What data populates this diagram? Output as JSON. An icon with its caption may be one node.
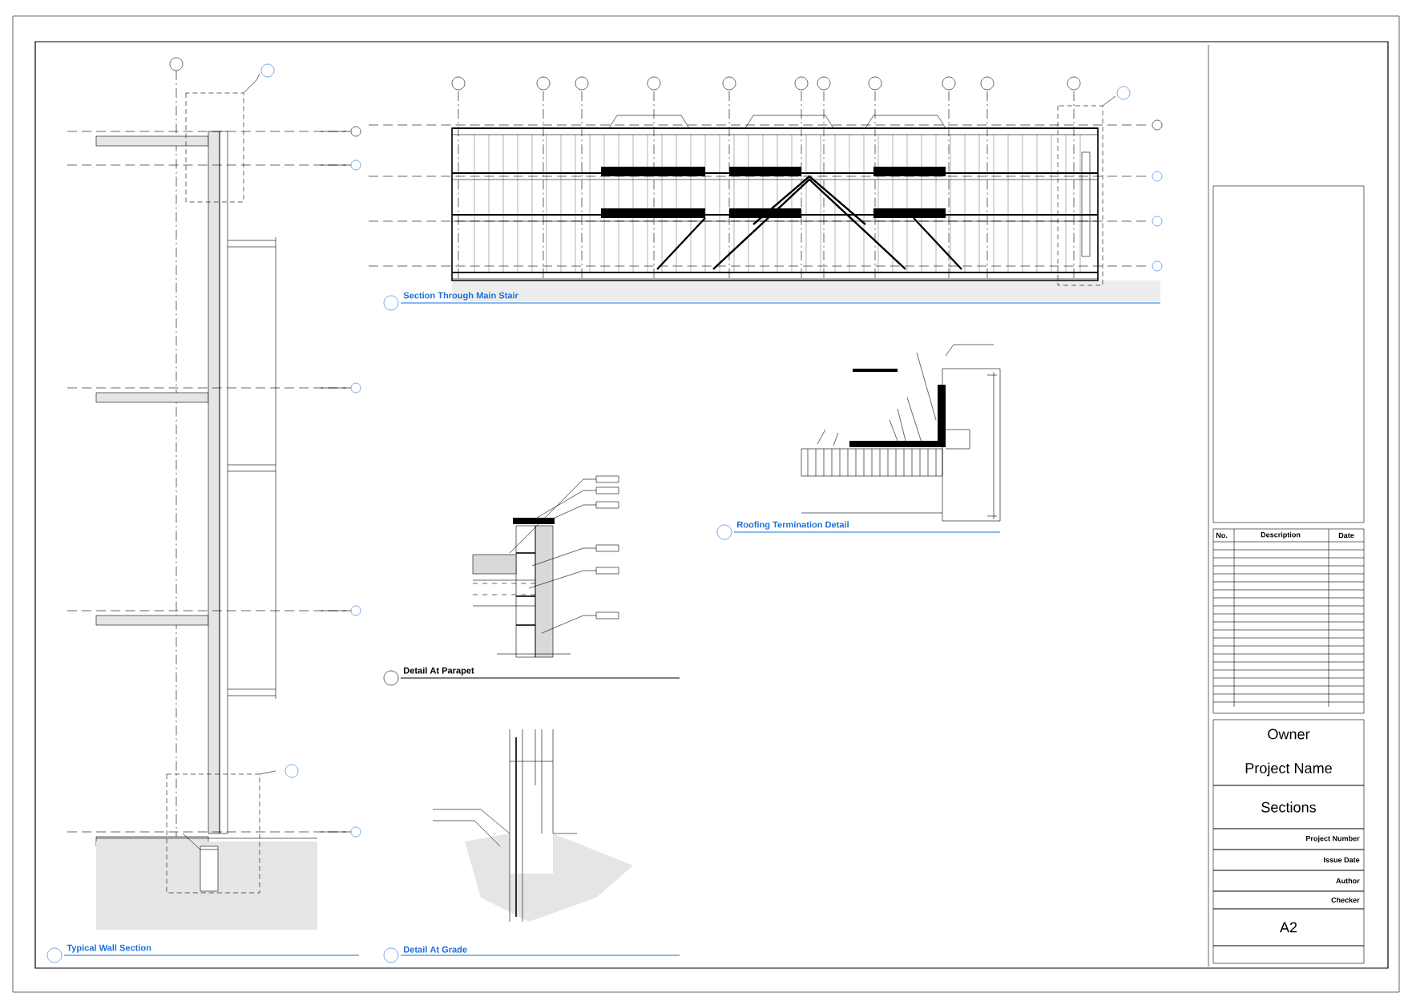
{
  "diagram": {
    "nodes": [
      {
        "text": [
          "Owner",
          "Project Name"
        ]
      },
      {
        "text": [
          "Sections"
        ]
      },
      {
        "text": [
          "Project Number"
        ]
      },
      {
        "text": [
          "Issue Date"
        ]
      },
      {
        "text": [
          "Author"
        ]
      },
      {
        "text": [
          "Checker"
        ]
      },
      {
        "text": [
          "A2"
        ]
      },
      {
        "text": [],
        "shape": "box"
      }
    ],
    "labels": [
      "Section Through Main Stair",
      "Roofing Termination Detail",
      "Detail At Parapet",
      "Typical Wall Section",
      "Detail At Grade",
      "No.",
      "Description",
      "Date"
    ]
  }
}
